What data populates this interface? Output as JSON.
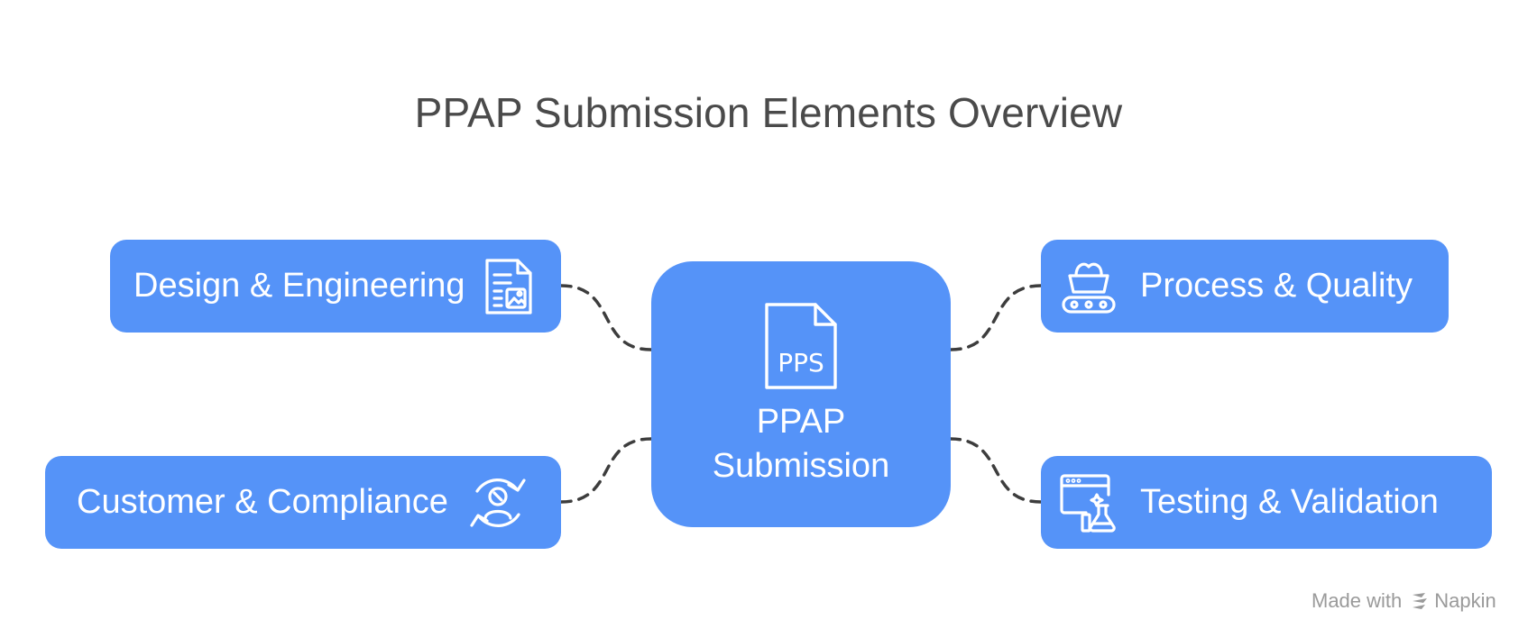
{
  "title": "PPAP Submission Elements Overview",
  "center": {
    "label": "PPAP\nSubmission",
    "icon": "pps-document-icon"
  },
  "nodes": [
    {
      "id": "design",
      "label": "Design & Engineering",
      "icon": "document-image-icon"
    },
    {
      "id": "process",
      "label": "Process & Quality",
      "icon": "conveyor-belt-icon"
    },
    {
      "id": "customer",
      "label": "Customer & Compliance",
      "icon": "user-cycle-icon"
    },
    {
      "id": "testing",
      "label": "Testing & Validation",
      "icon": "browser-flask-icon"
    }
  ],
  "colors": {
    "node_fill": "#5593f8",
    "connector": "#3d3d3d",
    "title": "#4a4a4a"
  },
  "watermark": {
    "prefix": "Made with",
    "brand": "Napkin",
    "icon": "napkin-logo-icon"
  }
}
